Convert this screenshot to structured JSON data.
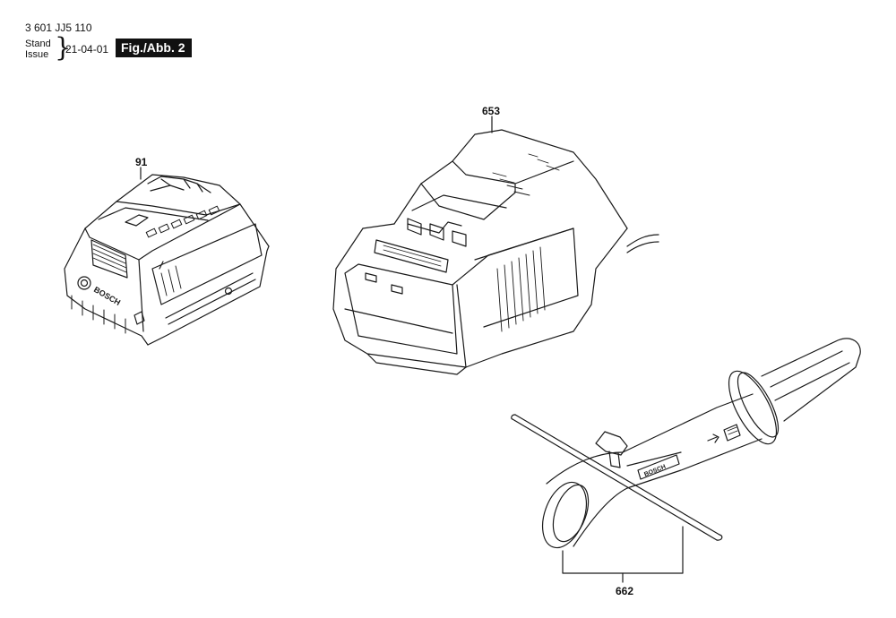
{
  "header": {
    "doc_number": "3 601 JJ5 110",
    "stand_label": "Stand",
    "issue_label": "Issue",
    "brace": "}",
    "issue_date": "21-04-01",
    "figure_label": "Fig./Abb. 2"
  },
  "parts": [
    {
      "number": "91",
      "icon": "battery-pack-icon"
    },
    {
      "number": "653",
      "icon": "battery-charger-icon"
    },
    {
      "number": "662",
      "icon": "auxiliary-handle-icon"
    }
  ],
  "brand_text": "BOSCH"
}
